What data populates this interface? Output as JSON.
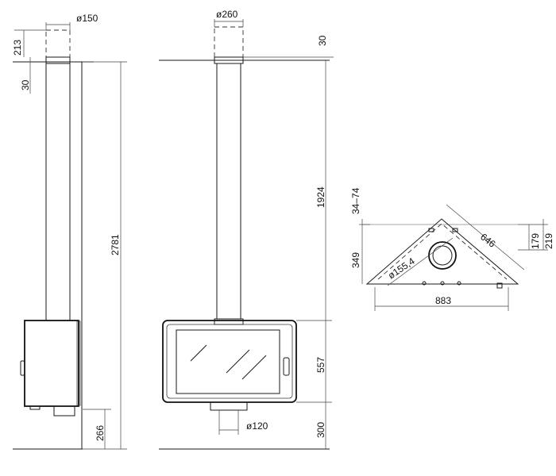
{
  "side_view": {
    "flue_diameter": "ø150",
    "flue_top_height": "213",
    "ceiling_thickness": "30",
    "total_height": "2781",
    "floor_clearance": "266"
  },
  "front_view": {
    "flue_diameter": "ø260",
    "ceiling_thickness": "30",
    "pipe_length": "1924",
    "body_height": "557",
    "floor_clearance": "300",
    "outlet_diameter": "ø120"
  },
  "plan_view": {
    "offset_range": "34–74",
    "depth": "349",
    "diagonal": "646",
    "flue_diameter": "ø155,4",
    "width": "883",
    "dim_179": "179",
    "dim_219": "219"
  }
}
